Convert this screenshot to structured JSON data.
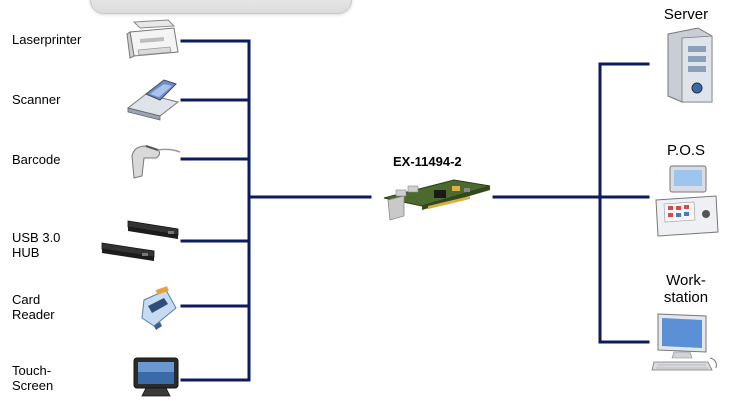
{
  "left_devices": [
    {
      "id": "laserprinter",
      "label": "Laserprinter",
      "icon": "printer-icon"
    },
    {
      "id": "scanner",
      "label": "Scanner",
      "icon": "scanner-icon"
    },
    {
      "id": "barcode",
      "label": "Barcode",
      "icon": "barcode-scanner-icon"
    },
    {
      "id": "usb-hub",
      "label_lines": [
        "USB 3.0",
        "HUB"
      ],
      "icon": "usb-hub-icon"
    },
    {
      "id": "card-reader",
      "label_lines": [
        "Card",
        "Reader"
      ],
      "icon": "card-reader-icon"
    },
    {
      "id": "touchscreen",
      "label_lines": [
        "Touch-",
        "Screen"
      ],
      "icon": "touchscreen-icon"
    }
  ],
  "center": {
    "title": "EX-11494-2",
    "icon": "pcie-card-icon"
  },
  "right_devices": [
    {
      "id": "server",
      "label": "Server",
      "icon": "server-icon"
    },
    {
      "id": "pos",
      "label": "P.O.S",
      "icon": "pos-terminal-icon"
    },
    {
      "id": "workstation",
      "label_lines": [
        "Work-",
        "station"
      ],
      "icon": "workstation-icon"
    }
  ],
  "colors": {
    "wire": "#0d1a5e",
    "background": "#ffffff"
  }
}
